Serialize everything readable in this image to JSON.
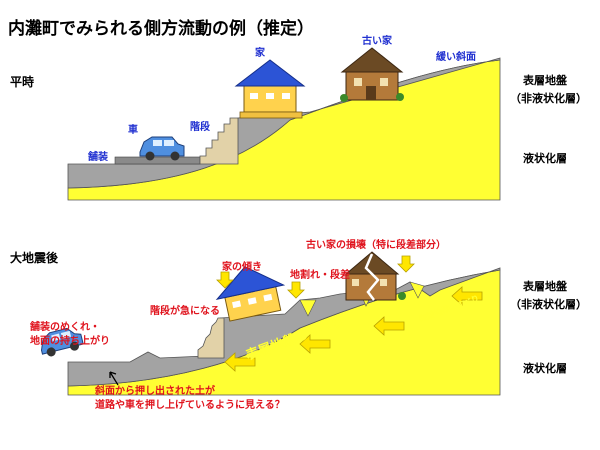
{
  "title": "内灘町でみられる側方流動の例（推定）",
  "normal": {
    "section_label": "平時",
    "labels": {
      "house": "家",
      "old_house": "古い家",
      "gentle_slope": "緩い斜面",
      "car": "車",
      "stairs": "階段",
      "pavement": "舗装"
    }
  },
  "quake": {
    "section_label": "大地震後",
    "labels": {
      "old_house_damage": "古い家の損壊（特に段差部分）",
      "house_tilt": "家の傾き",
      "crack": "地割れ・段差",
      "stairs_steep": "階段が急になる",
      "pavement_1": "舗装のめくれ・",
      "pavement_2": "地面の持ち上がり",
      "soil_1": "斜面から押し出された土が",
      "soil_2": "道路や車を押し上げているように見える？",
      "slide_big": "表層地盤のすべり",
      "slide_small": "表層地盤のすべり"
    }
  },
  "layers": {
    "surface_1": "表層地盤",
    "surface_2": "（非液状化層）",
    "liquefied": "液状化層"
  },
  "colors": {
    "title": "#000000",
    "label_blue": "#1f2fd0",
    "label_red": "#e0141e",
    "ground": "#a3a3a3",
    "liquefied_layer": "#ffff33",
    "arrow": "#ffe600",
    "house_roof": "#2c54d6",
    "house_wall": "#ffd24d",
    "car_body": "#4f8fe0",
    "old_house": "#b47a3a"
  },
  "icons": [
    "house-icon",
    "old-house-icon",
    "car-icon",
    "arrow-icon"
  ]
}
